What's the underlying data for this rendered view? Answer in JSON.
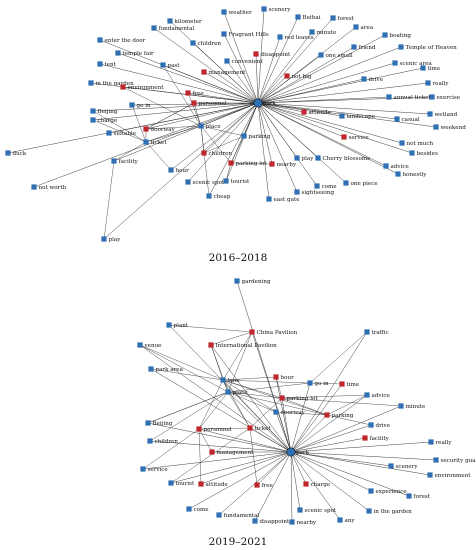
{
  "colors": {
    "blue": "#2f6fb3",
    "red": "#c0272d",
    "edge": "#2a2a2a"
  },
  "networks": [
    {
      "caption": "2016–2018",
      "hub": "park",
      "nodes": [
        {
          "label": "weather",
          "color": "blue"
        },
        {
          "label": "scenery",
          "color": "blue"
        },
        {
          "label": "Beihai",
          "color": "blue"
        },
        {
          "label": "forest",
          "color": "blue"
        },
        {
          "label": "kilometer",
          "color": "blue"
        },
        {
          "label": "fundamental",
          "color": "blue"
        },
        {
          "label": "area",
          "color": "blue"
        },
        {
          "label": "Fragrant Hills",
          "color": "blue"
        },
        {
          "label": "minute",
          "color": "blue"
        },
        {
          "label": "boating",
          "color": "blue"
        },
        {
          "label": "enter the door",
          "color": "blue"
        },
        {
          "label": "children",
          "color": "blue"
        },
        {
          "label": "red leaves",
          "color": "blue"
        },
        {
          "label": "friend",
          "color": "blue"
        },
        {
          "label": "Temple of Heaven",
          "color": "blue"
        },
        {
          "label": "temple fair",
          "color": "blue"
        },
        {
          "label": "disappoint",
          "color": "red"
        },
        {
          "label": "one small",
          "color": "blue"
        },
        {
          "label": "tent",
          "color": "blue"
        },
        {
          "label": "past",
          "color": "blue"
        },
        {
          "label": "convenient",
          "color": "blue"
        },
        {
          "label": "scenic area",
          "color": "blue"
        },
        {
          "label": "time",
          "color": "blue"
        },
        {
          "label": "management",
          "color": "red"
        },
        {
          "label": "not big",
          "color": "red"
        },
        {
          "label": "drive",
          "color": "blue"
        },
        {
          "label": "really",
          "color": "blue"
        },
        {
          "label": "in the garden",
          "color": "blue"
        },
        {
          "label": "environment",
          "color": "red"
        },
        {
          "label": "free",
          "color": "red"
        },
        {
          "label": "annual ticket",
          "color": "blue"
        },
        {
          "label": "exercise",
          "color": "blue"
        },
        {
          "label": "go in",
          "color": "blue"
        },
        {
          "label": "personnel",
          "color": "red"
        },
        {
          "label": "attitude",
          "color": "red"
        },
        {
          "label": "landscape",
          "color": "blue"
        },
        {
          "label": "wetland",
          "color": "blue"
        },
        {
          "label": "Beijing",
          "color": "blue"
        },
        {
          "label": "casual",
          "color": "blue"
        },
        {
          "label": "charge",
          "color": "blue"
        },
        {
          "label": "place",
          "color": "blue"
        },
        {
          "label": "weekend",
          "color": "blue"
        },
        {
          "label": "doorway",
          "color": "red"
        },
        {
          "label": "suitable",
          "color": "blue"
        },
        {
          "label": "parking",
          "color": "blue"
        },
        {
          "label": "service",
          "color": "red"
        },
        {
          "label": "ticket",
          "color": "blue"
        },
        {
          "label": "not much",
          "color": "blue"
        },
        {
          "label": "duck",
          "color": "blue"
        },
        {
          "label": "children",
          "color": "red"
        },
        {
          "label": "play",
          "color": "blue"
        },
        {
          "label": "besides",
          "color": "blue"
        },
        {
          "label": "facility",
          "color": "blue"
        },
        {
          "label": "parking lot",
          "color": "red"
        },
        {
          "label": "nearby",
          "color": "red"
        },
        {
          "label": "Cherry blossoms",
          "color": "blue"
        },
        {
          "label": "advice",
          "color": "blue"
        },
        {
          "label": "honestly",
          "color": "blue"
        },
        {
          "label": "hour",
          "color": "blue"
        },
        {
          "label": "not worth",
          "color": "blue"
        },
        {
          "label": "scenic spot",
          "color": "blue"
        },
        {
          "label": "tourist",
          "color": "blue"
        },
        {
          "label": "come",
          "color": "blue"
        },
        {
          "label": "one piece",
          "color": "blue"
        },
        {
          "label": "sightseeing",
          "color": "blue"
        },
        {
          "label": "cheap",
          "color": "blue"
        },
        {
          "label": "east gate",
          "color": "blue"
        },
        {
          "label": "play",
          "color": "blue"
        }
      ]
    },
    {
      "caption": "2019–2021",
      "hub": "park",
      "nodes": [
        {
          "label": "gardening",
          "color": "blue"
        },
        {
          "label": "plant",
          "color": "blue"
        },
        {
          "label": "China Pavilion",
          "color": "red"
        },
        {
          "label": "traffic",
          "color": "blue"
        },
        {
          "label": "venue",
          "color": "blue"
        },
        {
          "label": "International Pavilion",
          "color": "red"
        },
        {
          "label": "park area",
          "color": "blue"
        },
        {
          "label": "hour",
          "color": "red"
        },
        {
          "label": "lane",
          "color": "blue"
        },
        {
          "label": "go in",
          "color": "blue"
        },
        {
          "label": "time",
          "color": "red"
        },
        {
          "label": "place",
          "color": "blue"
        },
        {
          "label": "parking lot",
          "color": "red"
        },
        {
          "label": "advice",
          "color": "blue"
        },
        {
          "label": "minute",
          "color": "blue"
        },
        {
          "label": "doorway",
          "color": "blue"
        },
        {
          "label": "parking",
          "color": "red"
        },
        {
          "label": "Beijing",
          "color": "blue"
        },
        {
          "label": "drive",
          "color": "blue"
        },
        {
          "label": "personnel",
          "color": "red"
        },
        {
          "label": "ticket",
          "color": "red"
        },
        {
          "label": "facility",
          "color": "red"
        },
        {
          "label": "children",
          "color": "blue"
        },
        {
          "label": "really",
          "color": "blue"
        },
        {
          "label": "management",
          "color": "red"
        },
        {
          "label": "security guard",
          "color": "blue"
        },
        {
          "label": "environment",
          "color": "blue"
        },
        {
          "label": "service",
          "color": "blue"
        },
        {
          "label": "scenery",
          "color": "blue"
        },
        {
          "label": "tourist",
          "color": "blue"
        },
        {
          "label": "attitude",
          "color": "red"
        },
        {
          "label": "free",
          "color": "red"
        },
        {
          "label": "charge",
          "color": "red"
        },
        {
          "label": "experience",
          "color": "blue"
        },
        {
          "label": "forest",
          "color": "blue"
        },
        {
          "label": "come",
          "color": "blue"
        },
        {
          "label": "in the garden",
          "color": "blue"
        },
        {
          "label": "fundamental",
          "color": "blue"
        },
        {
          "label": "scenic spot",
          "color": "blue"
        },
        {
          "label": "any",
          "color": "blue"
        },
        {
          "label": "disappoint",
          "color": "blue"
        },
        {
          "label": "nearby",
          "color": "blue"
        }
      ]
    }
  ]
}
